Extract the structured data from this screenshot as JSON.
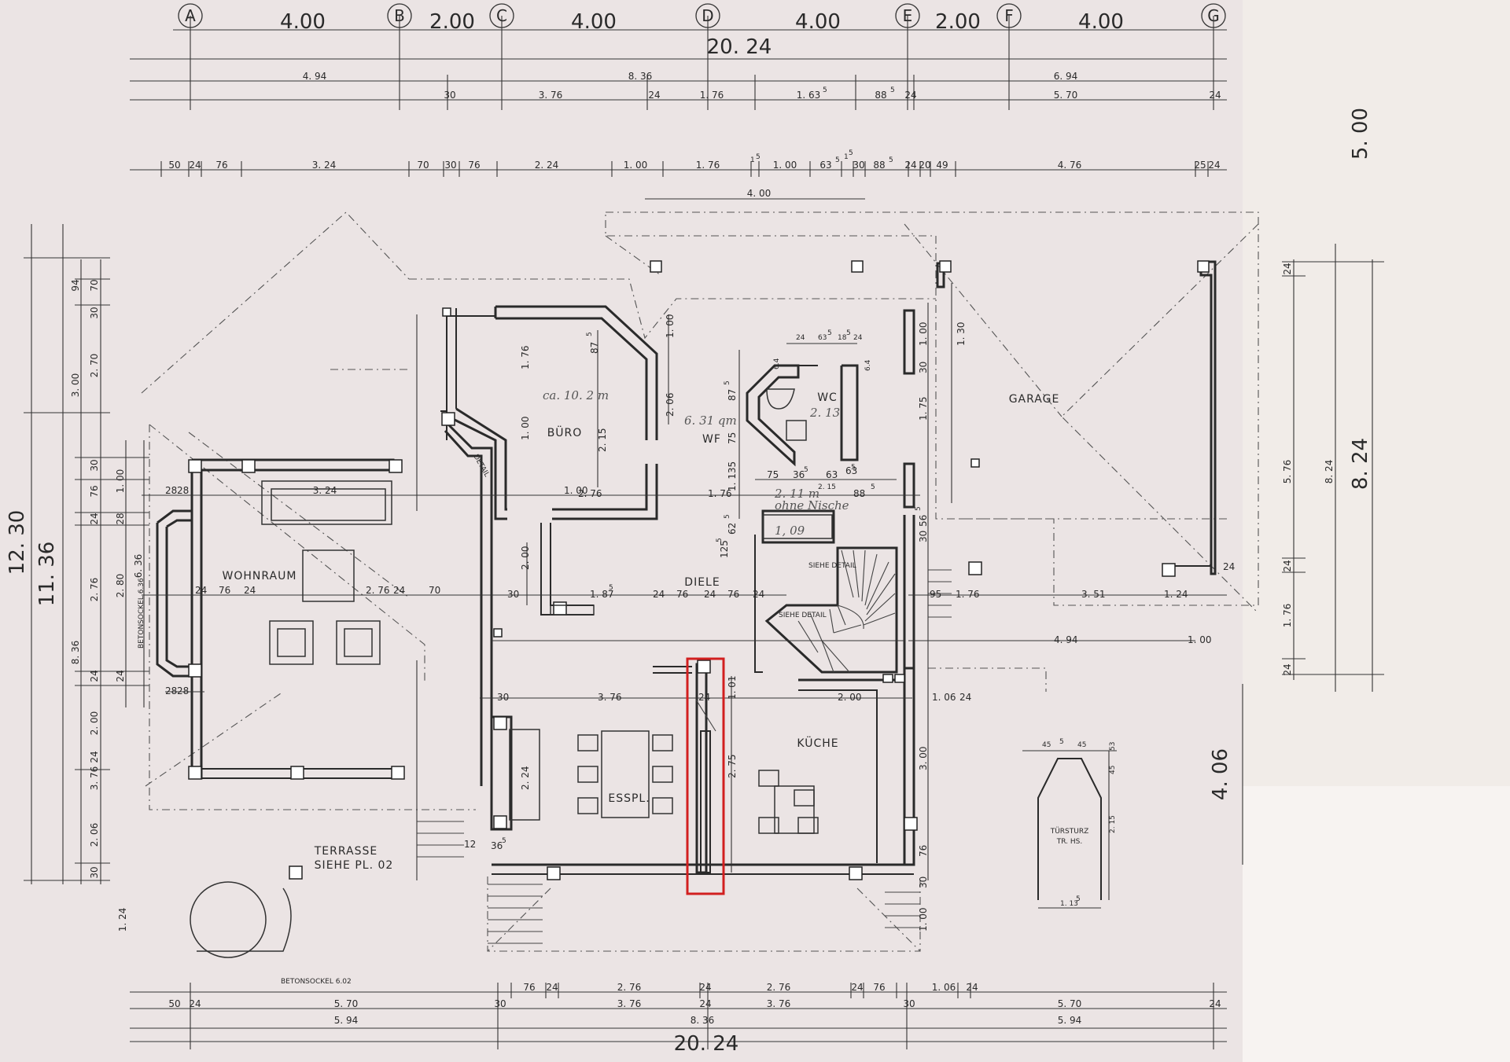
{
  "axes": [
    "A",
    "B",
    "C",
    "D",
    "E",
    "F",
    "G"
  ],
  "top_dims": {
    "row1": [
      "4.00",
      "2.00",
      "4.00",
      "4.00",
      "2.00",
      "4.00"
    ],
    "total": "20. 24",
    "row3": [
      "4. 94",
      "8. 36",
      "6. 94"
    ],
    "row4": [
      "30",
      "3. 76",
      "24",
      "1. 76",
      "1. 63",
      "5",
      "88",
      "5",
      "24",
      "5. 70",
      "24"
    ],
    "row5": [
      "50",
      "24",
      "76",
      "3. 24",
      "70",
      "30",
      "76",
      "2. 24",
      "1. 00",
      "1. 76",
      "1",
      "5",
      "1. 00",
      "63",
      "5",
      "1",
      "5",
      "30",
      "88",
      "5",
      "24",
      "20",
      "49",
      "4. 76",
      "25",
      "24"
    ],
    "garage_span": "4. 00"
  },
  "right_dims": {
    "top": "5. 00",
    "mid": "8. 24",
    "low": "4. 06",
    "r1": [
      "24",
      "5. 76",
      "24",
      "1. 76",
      "24"
    ],
    "r2": "8. 24"
  },
  "left_dims": {
    "big1": "12. 30",
    "big2": "11. 36",
    "c1": [
      "94",
      "3. 00",
      "8. 36"
    ],
    "c2": [
      "70",
      "30",
      "2. 70",
      "30",
      "76",
      "24",
      "2. 76",
      "24",
      "2. 00",
      "24",
      "3. 76",
      "2. 06",
      "30",
      "1. 24"
    ],
    "c3": [
      "24",
      "1. 00",
      "28",
      "2. 80",
      "6. 36"
    ]
  },
  "bottom_dims": {
    "row1": [
      "76",
      "24",
      "2. 76",
      "24",
      "2. 76",
      "24",
      "76",
      "1. 06",
      "24"
    ],
    "row2": [
      "50",
      "24",
      "5. 70",
      "30",
      "3. 76",
      "24",
      "3. 76",
      "30",
      "5. 70",
      "24"
    ],
    "row3": [
      "5. 94",
      "8. 36",
      "5. 94"
    ],
    "total": "20. 24",
    "betonsockel": "BETONSOCKEL 6.02"
  },
  "rooms": {
    "buero": "BÜRO",
    "wf": "WF",
    "wc": "WC",
    "garage": "GARAGE",
    "wohnraum": "WOHNRAUM",
    "diele": "DIELE",
    "kueche": "KÜCHE",
    "esspl": "ESSPL.",
    "terrasse": "TERRASSE",
    "terrasse_sub": "SIEHE PL. 02",
    "betonsockel_left": "BETONSOCKEL 6.36",
    "siehe_detail": "SIEHE DETAIL",
    "tuersturz": "TÜRSTURZ",
    "tuersturz_sub": "TR. HS."
  },
  "inner_dims": {
    "wohn": [
      "28",
      "28",
      "3. 24",
      "24",
      "76",
      "24",
      "2. 76",
      "70",
      "24",
      "28",
      "28"
    ],
    "buero": [
      "1. 76",
      "1. 00",
      "87",
      "5",
      "1. 00",
      "2. 15",
      "2. 76",
      "2. 06",
      "1. 00",
      "75",
      "1. 76",
      "1. 135"
    ],
    "wc": [
      "24",
      "63",
      "5",
      "18",
      "5",
      "24",
      "6.4",
      "87",
      "5",
      "1. 00",
      "1. 30",
      "1. 75",
      "30",
      "88",
      "5",
      "36",
      "5",
      "63",
      "75",
      "2. 15",
      "63",
      "5"
    ],
    "diele": [
      "1. 87",
      "5",
      "2. 00",
      "30",
      "24",
      "76",
      "24",
      "76",
      "24",
      "4. 94",
      "1. 00",
      "95",
      "24",
      "3. 51",
      "1. 24",
      "1. 76",
      "125",
      "5",
      "62",
      "5",
      "30",
      "56",
      "5"
    ],
    "kueche": [
      "3. 76",
      "1. 01",
      "24",
      "2. 00",
      "3. 00",
      "1. 06",
      "24",
      "76",
      "30",
      "1. 00",
      "2. 75",
      "2. 24",
      "30",
      "36",
      "5",
      "12"
    ],
    "tuersturz": [
      "45",
      "5",
      "45",
      "53",
      "45",
      "2. 15",
      "1. 13",
      "5"
    ]
  },
  "handnotes": {
    "buero": "ca. 10. 2 m",
    "wf": "6. 31 qm",
    "wc": "2. 13",
    "wf2": "2. 11 m",
    "niche": "ohne Nische",
    "niche_val": "1, 09"
  },
  "colors": {
    "paper": "#ebe4e4",
    "ink": "#2a2a2a",
    "highlight": "#d21f1f"
  }
}
